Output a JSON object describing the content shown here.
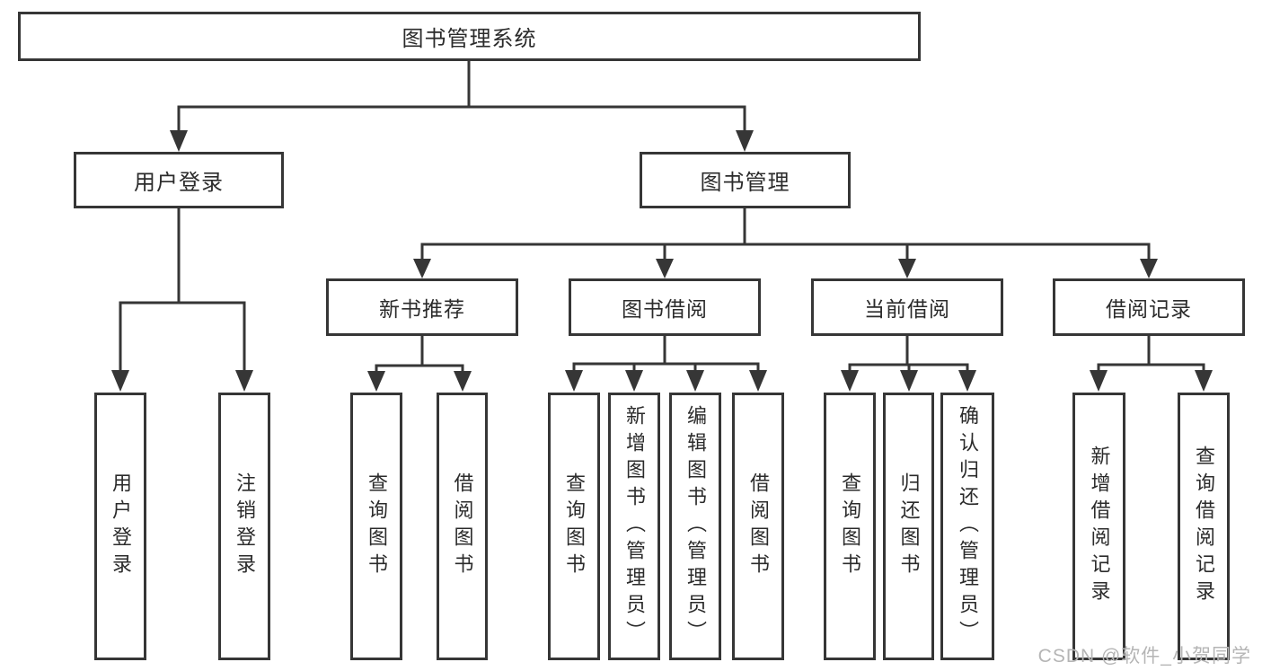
{
  "tree": {
    "root": {
      "label": "图书管理系统"
    },
    "children": [
      {
        "label": "用户登录",
        "children": [
          {
            "label": "用户登录"
          },
          {
            "label": "注销登录"
          }
        ]
      },
      {
        "label": "图书管理",
        "children": [
          {
            "label": "新书推荐",
            "children": [
              {
                "label": "查询图书"
              },
              {
                "label": "借阅图书"
              }
            ]
          },
          {
            "label": "图书借阅",
            "children": [
              {
                "label": "查询图书"
              },
              {
                "label": "新增图书（管理员）"
              },
              {
                "label": "编辑图书（管理员）"
              },
              {
                "label": "借阅图书"
              }
            ]
          },
          {
            "label": "当前借阅",
            "children": [
              {
                "label": "查询图书"
              },
              {
                "label": "归还图书"
              },
              {
                "label": "确认归还（管理员）"
              }
            ]
          },
          {
            "label": "借阅记录",
            "children": [
              {
                "label": "新增借阅记录"
              },
              {
                "label": "查询借阅记录"
              }
            ]
          }
        ]
      }
    ]
  },
  "watermark": "CSDN @软件_小贺同学",
  "colors": {
    "line": "#363636",
    "text": "#2b2b2b",
    "watermark": "#b5b5b5",
    "background": "#ffffff"
  }
}
